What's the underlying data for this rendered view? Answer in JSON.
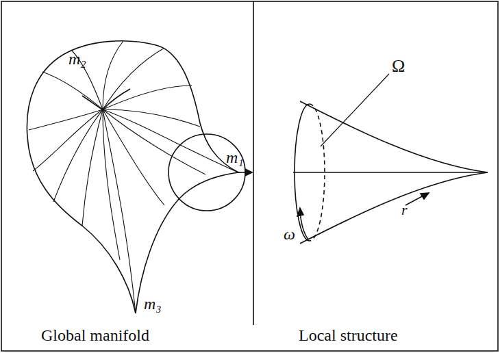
{
  "diagram": {
    "labels": [
      "m₂",
      "m₁",
      "m₃",
      "Ω",
      "ω",
      "r",
      "Global manifold",
      "Local structure"
    ]
  }
}
